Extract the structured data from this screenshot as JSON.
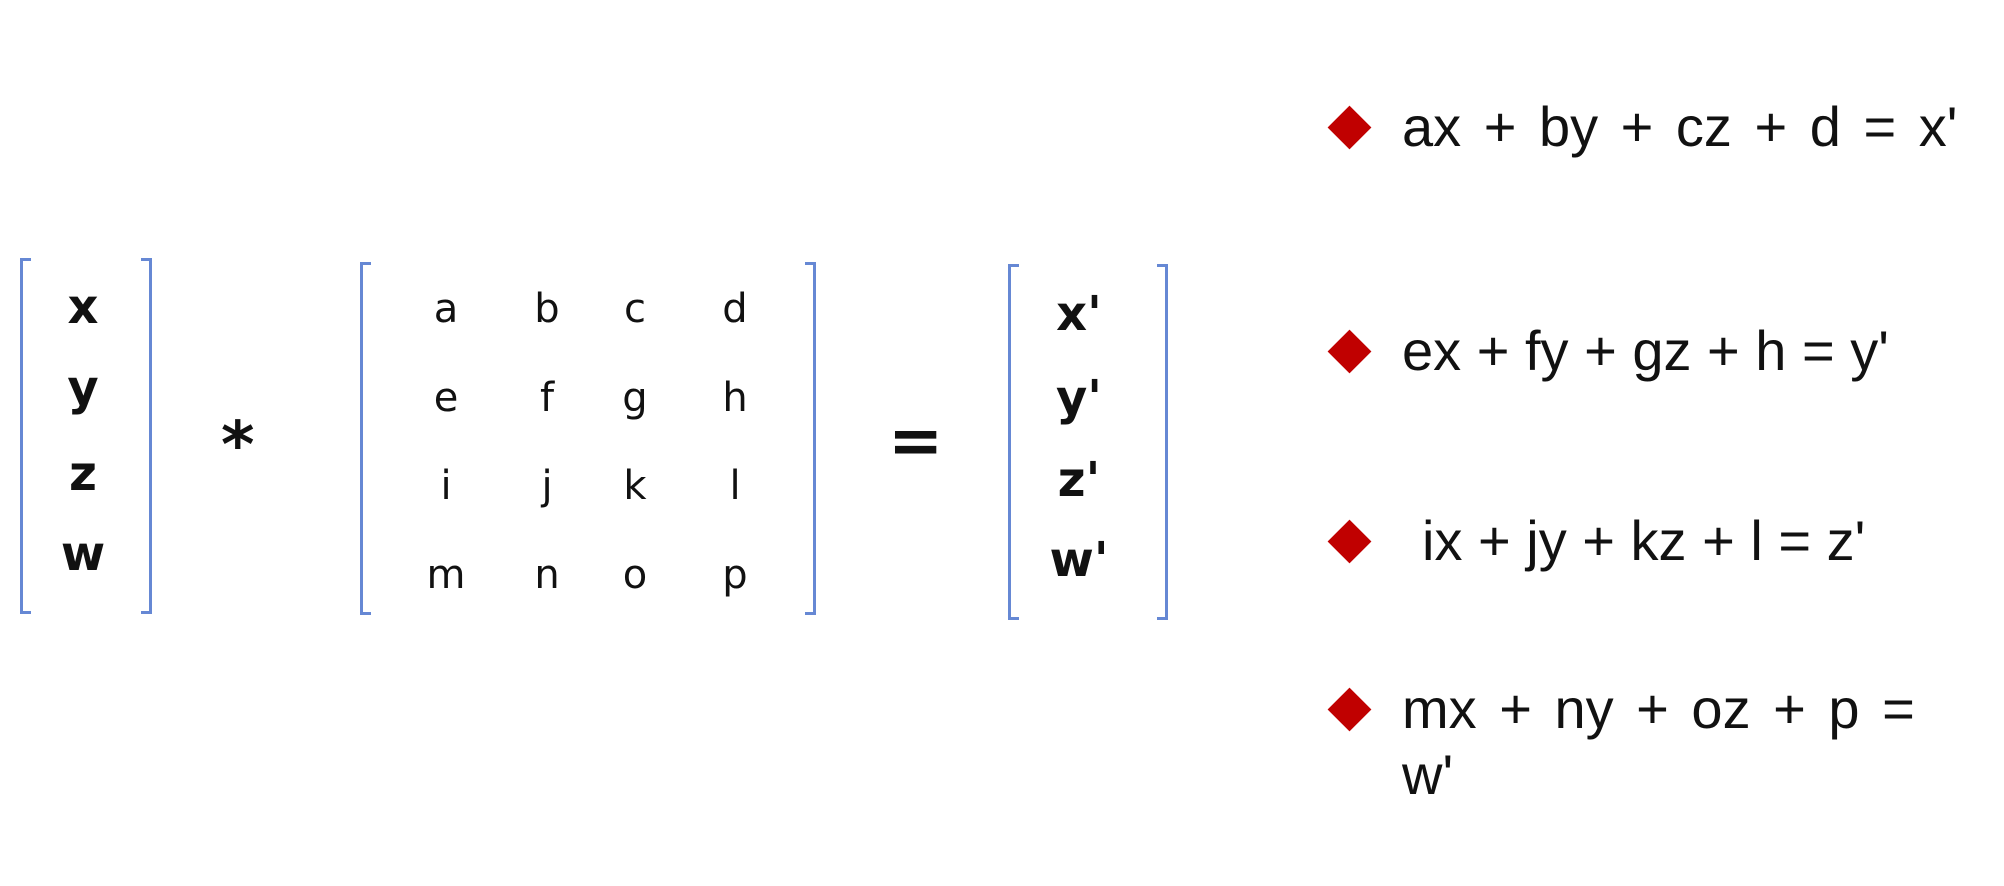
{
  "vector_in": [
    "x",
    "y",
    "z",
    "w"
  ],
  "operator_multiply": "*",
  "matrix": [
    [
      "a",
      "b",
      "c",
      "d"
    ],
    [
      "e",
      "f",
      "g",
      "h"
    ],
    [
      "i",
      "j",
      "k",
      "l"
    ],
    [
      "m",
      "n",
      "o",
      "p"
    ]
  ],
  "operator_equals": "=",
  "vector_out": [
    "x'",
    "y'",
    "z'",
    "w'"
  ],
  "equations": [
    "ax + by + cz + d = x'",
    "ex + fy + gz + h = y'",
    "ix + jy + kz + l = z'",
    "mx + ny + oz + p = w'"
  ],
  "colors": {
    "bracket": "#6688d4",
    "bullet": "#c00000",
    "text": "#111111"
  },
  "icons": {
    "bullet": "diamond-bullet-icon"
  }
}
